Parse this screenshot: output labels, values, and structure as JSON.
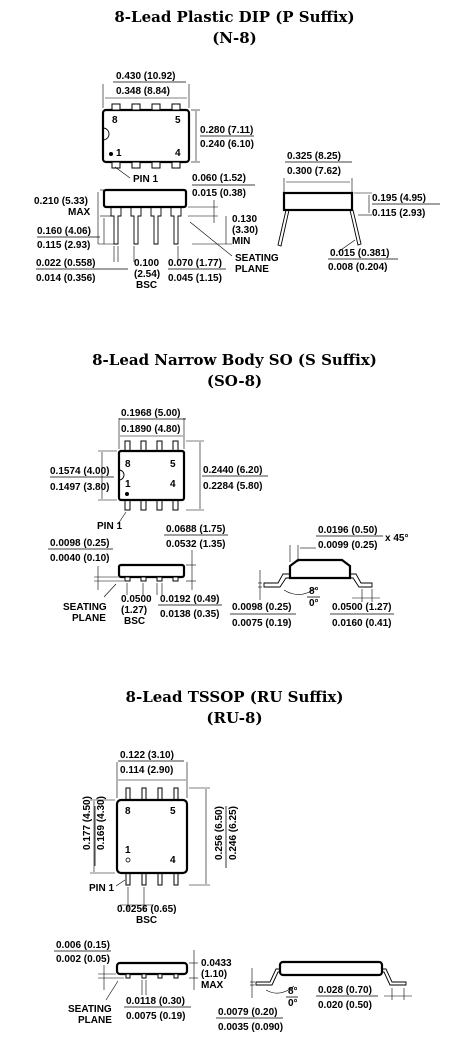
{
  "packages": [
    {
      "title": "8-Lead Plastic DIP (P Suffix)",
      "subtitle": "(N-8)",
      "pin_numbers": [
        "8",
        "5",
        "1",
        "4"
      ],
      "pin1_label": "PIN 1",
      "dims": {
        "body_len_max": "0.430 (10.92)",
        "body_len_min": "0.348 (8.84)",
        "body_w_max": "0.280 (7.11)",
        "body_w_min": "0.240 (6.10)",
        "height_max_a": "0.210 (5.33)",
        "height_max_b": "MAX",
        "lead_len_max": "0.160 (4.06)",
        "lead_len_min": "0.115 (2.93)",
        "standoff_max": "0.060 (1.52)",
        "standoff_min": "0.015 (0.38)",
        "seat_min_a": "0.130",
        "seat_min_b": "(3.30)",
        "seat_min_c": "MIN",
        "lead_w_max": "0.022 (0.558)",
        "lead_w_min": "0.014 (0.356)",
        "pitch_a": "0.100",
        "pitch_b": "(2.54)",
        "pitch_c": "BSC",
        "shoulder_max": "0.070 (1.77)",
        "shoulder_min": "0.045 (1.15)",
        "seating_a": "SEATING",
        "seating_b": "PLANE",
        "row_sp_max": "0.325 (8.25)",
        "row_sp_min": "0.300 (7.62)",
        "end_h_max": "0.195 (4.95)",
        "end_h_min": "0.115 (2.93)",
        "lead_t_max": "0.015 (0.381)",
        "lead_t_min": "0.008 (0.204)"
      }
    },
    {
      "title": "8-Lead Narrow Body SO (S Suffix)",
      "subtitle": "(SO-8)",
      "pin_numbers": [
        "8",
        "5",
        "1",
        "4"
      ],
      "pin1_label": "PIN 1",
      "dims": {
        "len_max": "0.1968 (5.00)",
        "len_min": "0.1890 (4.80)",
        "w_max": "0.1574 (4.00)",
        "w_min": "0.1497 (3.80)",
        "span_max": "0.2440 (6.20)",
        "span_min": "0.2284 (5.80)",
        "h_max": "0.0688 (1.75)",
        "h_min": "0.0532 (1.35)",
        "standoff_max": "0.0098 (0.25)",
        "standoff_min": "0.0040 (0.10)",
        "seating_a": "SEATING",
        "seating_b": "PLANE",
        "pitch_a": "0.0500",
        "pitch_b": "(1.27)",
        "pitch_c": "BSC",
        "lead_w_max": "0.0192 (0.49)",
        "lead_w_min": "0.0138 (0.35)",
        "chamfer_max": "0.0196 (0.50)",
        "chamfer_min": "0.0099 (0.25)",
        "chamfer_angle": "x 45°",
        "angle_max": "8°",
        "angle_min": "0°",
        "lead_t_max": "0.0098 (0.25)",
        "lead_t_min": "0.0075 (0.19)",
        "foot_max": "0.0500 (1.27)",
        "foot_min": "0.0160 (0.41)"
      }
    },
    {
      "title": "8-Lead TSSOP (RU Suffix)",
      "subtitle": "(RU-8)",
      "pin_numbers": [
        "8",
        "5",
        "1",
        "4"
      ],
      "pin1_label": "PIN 1",
      "dims": {
        "len_max": "0.122 (3.10)",
        "len_min": "0.114 (2.90)",
        "w_max": "0.177 (4.50)",
        "w_min": "0.169 (4.30)",
        "span_max": "0.256 (6.50)",
        "span_min": "0.246 (6.25)",
        "pitch_a": "0.0256 (0.65)",
        "pitch_b": "BSC",
        "standoff_max": "0.006 (0.15)",
        "standoff_min": "0.002 (0.05)",
        "h_a": "0.0433",
        "h_b": "(1.10)",
        "h_c": "MAX",
        "seating_a": "SEATING",
        "seating_b": "PLANE",
        "lead_w_max": "0.0118 (0.30)",
        "lead_w_min": "0.0075 (0.19)",
        "angle_max": "8°",
        "angle_min": "0°",
        "lead_t_max": "0.0079 (0.20)",
        "lead_t_min": "0.0035 (0.090)",
        "foot_max": "0.028 (0.70)",
        "foot_min": "0.020 (0.50)"
      }
    }
  ]
}
